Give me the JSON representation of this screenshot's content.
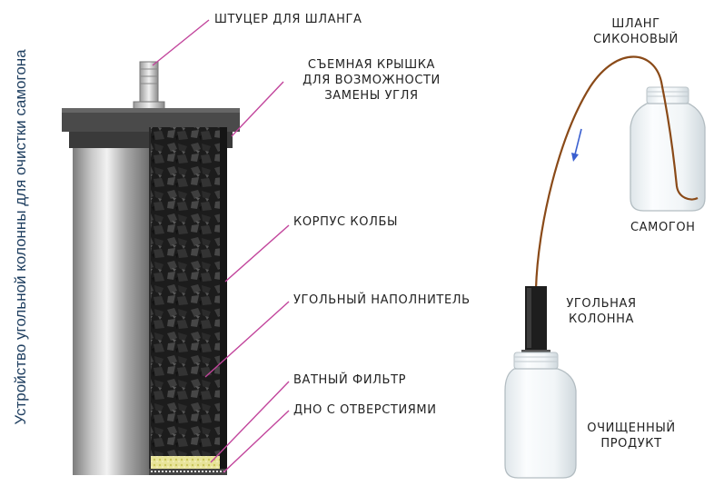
{
  "title_vertical": "Устройство угольной колонны для очистки самогона",
  "labels": {
    "fitting": "ШТУЦЕР ДЛЯ ШЛАНГА",
    "lid_1": "СЪЕМНАЯ КРЫШКА",
    "lid_2": "ДЛЯ ВОЗМОЖНОСТИ",
    "lid_3": "ЗАМЕНЫ УГЛЯ",
    "body": "КОРПУС КОЛБЫ",
    "filler": "УГОЛЬНЫЙ НАПОЛНИТЕЛЬ",
    "cotton": "ВАТНЫЙ ФИЛЬТР",
    "bottom": "ДНО С ОТВЕРСТИЯМИ",
    "hose_1": "ШЛАНГ",
    "hose_2": "СИКОНОВЫЙ",
    "moonshine": "САМОГОН",
    "column_1": "УГОЛЬНАЯ",
    "column_2": "КОЛОННА",
    "product_1": "ОЧИЩЕННЫЙ",
    "product_2": "ПРОДУКТ"
  },
  "colors": {
    "leader_line": "#c2459c",
    "hose": "#8a4a18",
    "flow_arrow": "#3a5fd0",
    "title": "#1f3f60"
  }
}
